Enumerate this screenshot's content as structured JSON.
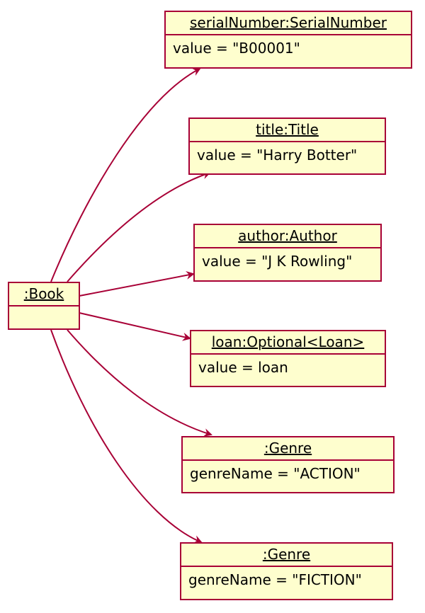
{
  "diagram": {
    "colors": {
      "border": "#a80036",
      "fill": "#fefece",
      "arrow": "#a80036"
    },
    "book": {
      "name": ":Book",
      "attribute": ""
    },
    "objects": [
      {
        "id": "serial",
        "name": "serialNumber:SerialNumber",
        "attribute": "value = \"B00001\""
      },
      {
        "id": "title",
        "name": "title:Title",
        "attribute": "value = \"Harry Botter\""
      },
      {
        "id": "author",
        "name": "author:Author",
        "attribute": "value = \"J K Rowling\""
      },
      {
        "id": "loan",
        "name": "loan:Optional<Loan>",
        "attribute": "value = loan"
      },
      {
        "id": "genre1",
        "name": ":Genre",
        "attribute": "genreName = \"ACTION\""
      },
      {
        "id": "genre2",
        "name": ":Genre",
        "attribute": "genreName = \"FICTION\""
      }
    ]
  }
}
